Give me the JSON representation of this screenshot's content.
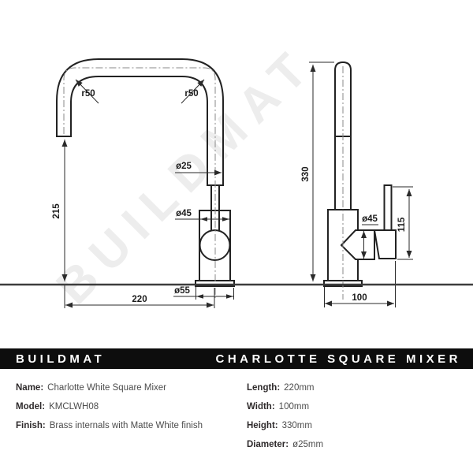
{
  "watermark": "BUILDMAT",
  "banner": {
    "brand": "BUILDMAT",
    "product": "CHARLOTTE SQUARE MIXER",
    "bg_color": "#0d0d0d",
    "text_color": "#ffffff"
  },
  "front_view": {
    "radius_left": "r50",
    "radius_right": "r50",
    "spout_diameter": "ø25",
    "body_diameter": "ø45",
    "spout_height": "215",
    "base_diameter": "ø55",
    "reach": "220"
  },
  "side_view": {
    "overall_height": "330",
    "body_diameter": "ø45",
    "handle_height": "115",
    "depth": "100"
  },
  "specs_left": [
    {
      "label": "Name:",
      "value": "Charlotte White Square Mixer"
    },
    {
      "label": "Model:",
      "value": "KMCLWH08"
    },
    {
      "label": "Finish:",
      "value": "Brass internals with Matte White finish"
    }
  ],
  "specs_right": [
    {
      "label": "Length:",
      "value": "220mm"
    },
    {
      "label": "Width:",
      "value": "100mm"
    },
    {
      "label": "Height:",
      "value": "330mm"
    },
    {
      "label": "Diameter:",
      "value": "ø25mm"
    }
  ]
}
